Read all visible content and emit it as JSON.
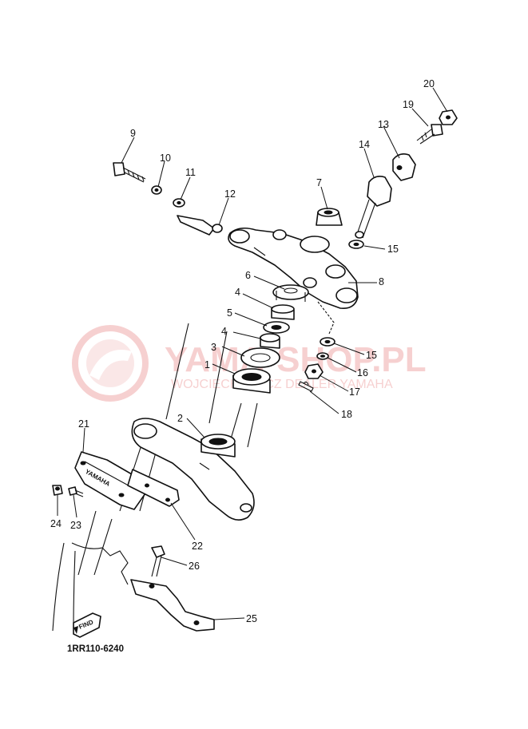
{
  "diagram": {
    "code": "1RR110-6240",
    "find_label": "FIND",
    "brand_mark": "YAMAHA",
    "watermark": {
      "title": "YAMA-SHOP.PL",
      "subtitle": "WOJCIECHOWICZ DEALER YAMAHA",
      "color": "#e87a7a"
    },
    "parts": [
      {
        "id": "p1",
        "number": "1"
      },
      {
        "id": "p2",
        "number": "2"
      },
      {
        "id": "p3",
        "number": "3"
      },
      {
        "id": "p4a",
        "number": "4"
      },
      {
        "id": "p4b",
        "number": "4"
      },
      {
        "id": "p5",
        "number": "5"
      },
      {
        "id": "p6",
        "number": "6"
      },
      {
        "id": "p7",
        "number": "7"
      },
      {
        "id": "p8",
        "number": "8"
      },
      {
        "id": "p9",
        "number": "9"
      },
      {
        "id": "p10",
        "number": "10"
      },
      {
        "id": "p11",
        "number": "11"
      },
      {
        "id": "p12",
        "number": "12"
      },
      {
        "id": "p13",
        "number": "13"
      },
      {
        "id": "p14",
        "number": "14"
      },
      {
        "id": "p15a",
        "number": "15"
      },
      {
        "id": "p15b",
        "number": "15"
      },
      {
        "id": "p16",
        "number": "16"
      },
      {
        "id": "p17",
        "number": "17"
      },
      {
        "id": "p18",
        "number": "18"
      },
      {
        "id": "p19",
        "number": "19"
      },
      {
        "id": "p20",
        "number": "20"
      },
      {
        "id": "p21",
        "number": "21"
      },
      {
        "id": "p22",
        "number": "22"
      },
      {
        "id": "p23",
        "number": "23"
      },
      {
        "id": "p24",
        "number": "24"
      },
      {
        "id": "p25",
        "number": "25"
      },
      {
        "id": "p26",
        "number": "26"
      }
    ]
  }
}
